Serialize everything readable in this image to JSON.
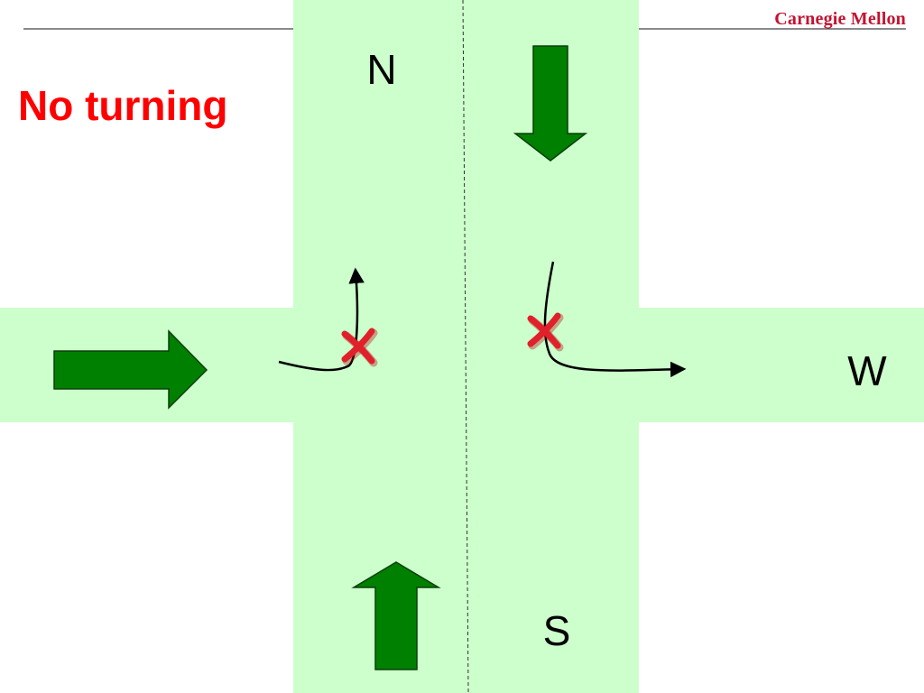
{
  "slide": {
    "title": "No turning",
    "brand": "Carnegie Mellon"
  },
  "directions": {
    "north": "N",
    "south": "S",
    "west": "W"
  },
  "colors": {
    "road": "#ccffcc",
    "arrow_fill": "#008000",
    "arrow_stroke": "#0b3f0b",
    "title": "#ff0000",
    "brand": "#c41230",
    "forbidden_mark": "#e0202a",
    "path": "#000000"
  },
  "icons": {
    "straight_arrows": [
      "arrow-right-icon",
      "arrow-down-icon",
      "arrow-up-icon"
    ],
    "turn_paths": [
      "turn-left-path-icon",
      "turn-right-path-icon"
    ],
    "forbidden_marks": [
      "cross-mark-icon",
      "cross-mark-icon"
    ]
  }
}
